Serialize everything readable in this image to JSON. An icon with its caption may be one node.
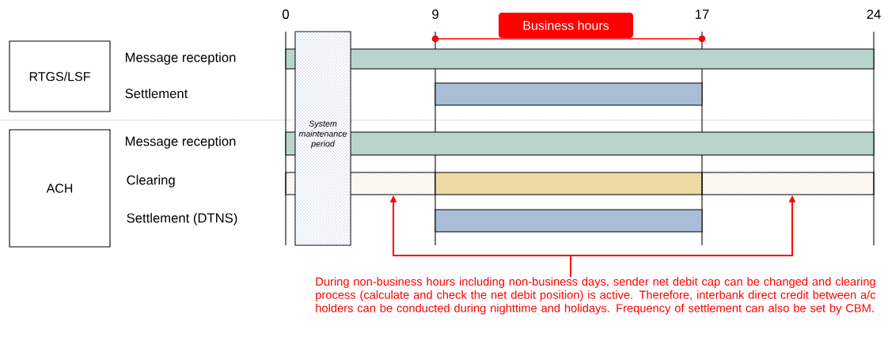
{
  "diagram": {
    "nodes": [
      {
        "text": [
          "RTGS/LSF"
        ]
      },
      {
        "text": [
          "ACH"
        ]
      },
      {
        "text": [
          "Business hours"
        ]
      },
      {
        "text": [
          "System maintenance period"
        ]
      },
      {
        "text": [
          "During non-business hours including non-business days, sender net debit cap can be changed and clearing process (calculate and check the net debit position) is active. Therefore, interbank direct credit between a/c holders can be conducted during nighttime and holidays. Frequency of settlement can also be set by CBM."
        ]
      },
      {
        "text": [],
        "shape": "bar"
      },
      {
        "text": [],
        "shape": "bar"
      },
      {
        "text": [],
        "shape": "bar"
      },
      {
        "text": [],
        "shape": "bar"
      },
      {
        "text": [],
        "shape": "bar"
      },
      {
        "text": [],
        "shape": "bar"
      },
      {
        "text": [],
        "shape": "bar"
      }
    ],
    "edges": [
      {
        "from": 4,
        "to": 8,
        "arrow": "to"
      },
      {
        "from": 4,
        "to": 10,
        "arrow": "to"
      }
    ],
    "labels": [
      "0",
      "9",
      "17",
      "24",
      "Message reception",
      "Settlement",
      "Message reception",
      "Clearing",
      "Settlement (DTNS)"
    ]
  }
}
